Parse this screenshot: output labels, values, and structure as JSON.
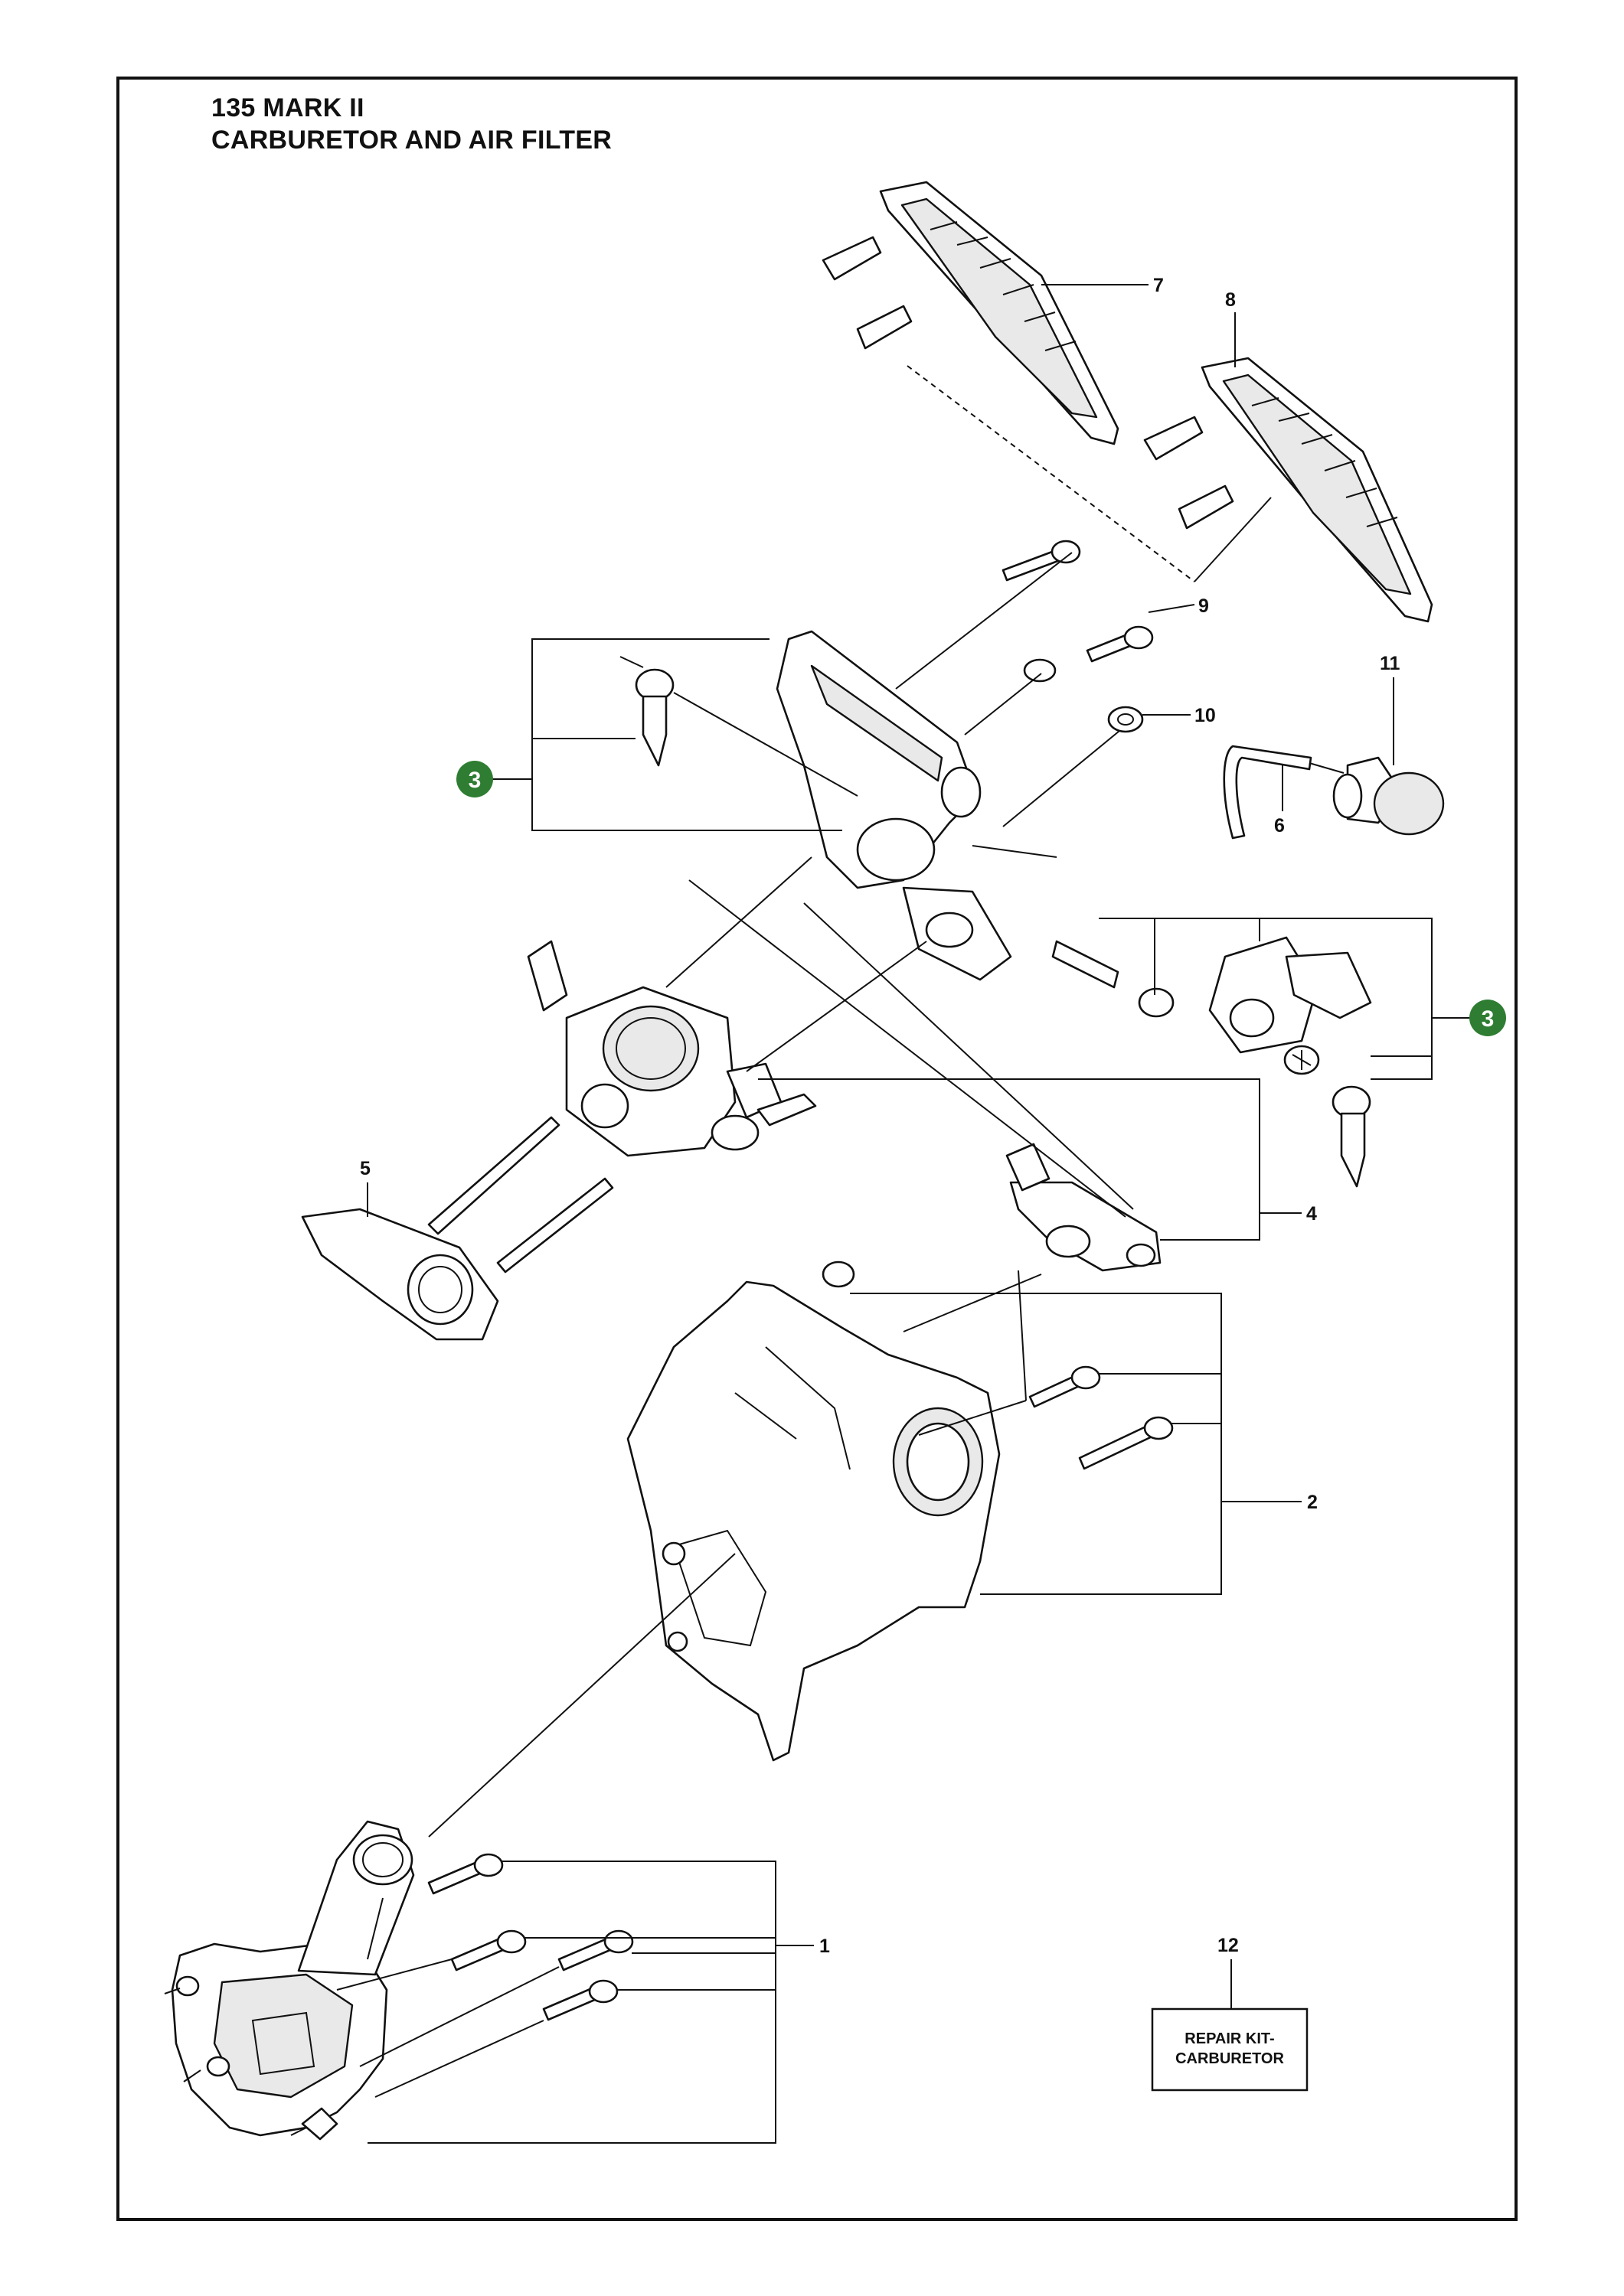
{
  "header": {
    "model": "135 MARK II",
    "section": "CARBURETOR AND AIR FILTER"
  },
  "callouts": {
    "c1": "1",
    "c2": "2",
    "c3a": "3",
    "c3b": "3",
    "c4": "4",
    "c5": "5",
    "c6": "6",
    "c7": "7",
    "c8": "8",
    "c9": "9",
    "c10": "10",
    "c11": "11",
    "c12": "12"
  },
  "repair_kit": {
    "line1": "REPAIR KIT-",
    "line2": "CARBURETOR"
  },
  "colors": {
    "badge_green": "#2e7d32",
    "ink": "#111111",
    "frame": "#111111"
  }
}
